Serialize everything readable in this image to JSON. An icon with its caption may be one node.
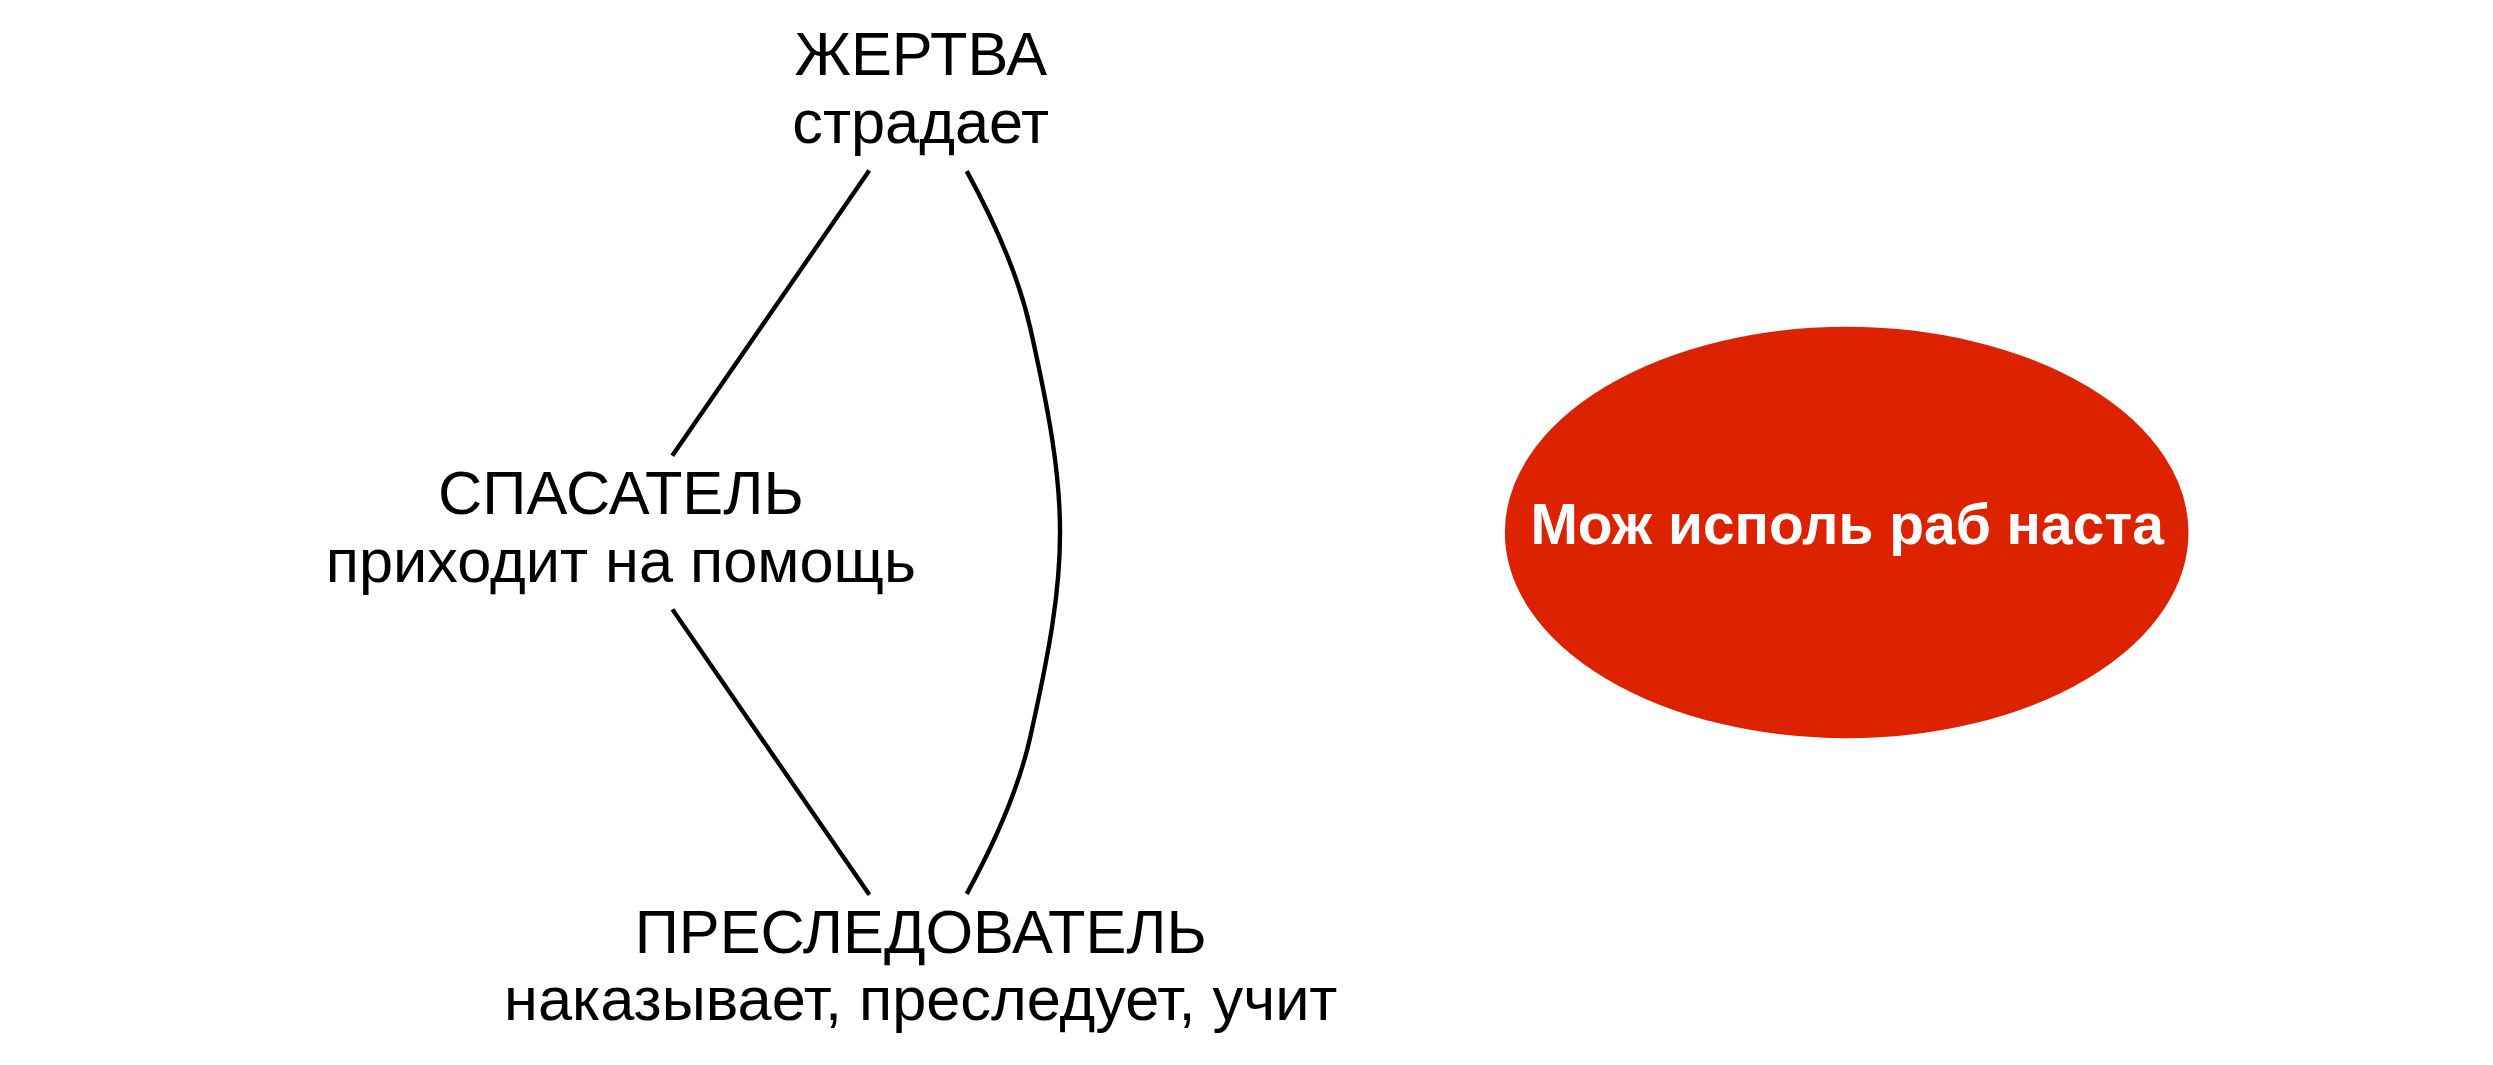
{
  "diagram": {
    "nodes": [
      {
        "text": [
          "ЖЕРТВА",
          "страдает"
        ]
      },
      {
        "text": [
          "СПАСАТЕЛЬ",
          "приходит на помощь"
        ]
      },
      {
        "text": [
          "ПРЕСЛЕДОВАТЕЛЬ",
          "наказывает, преследует, учит"
        ]
      },
      {
        "text": [
          "Мож исполь раб наста"
        ]
      }
    ],
    "edges": [
      {
        "from": 0,
        "to": 1,
        "arrow": "none"
      },
      {
        "from": 1,
        "to": 2,
        "arrow": "none"
      },
      {
        "from": 2,
        "to": 0,
        "arrow": "none"
      }
    ]
  }
}
